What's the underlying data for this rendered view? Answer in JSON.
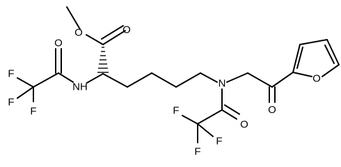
{
  "structure": {
    "atom_labels": {
      "ester_o_methyl": "O",
      "ester_o_carbonyl": "O",
      "amide1_o": "O",
      "amide1_nh": "NH",
      "cf3_1_f_top": "F",
      "cf3_1_f_left": "F",
      "cf3_1_f_bottom": "F",
      "tertiary_n": "N",
      "ketone_o": "O",
      "furan_o": "O",
      "amide2_o": "O",
      "cf3_2_f_left": "F",
      "cf3_2_f_right": "F",
      "cf3_2_f_bottom": "F"
    }
  }
}
